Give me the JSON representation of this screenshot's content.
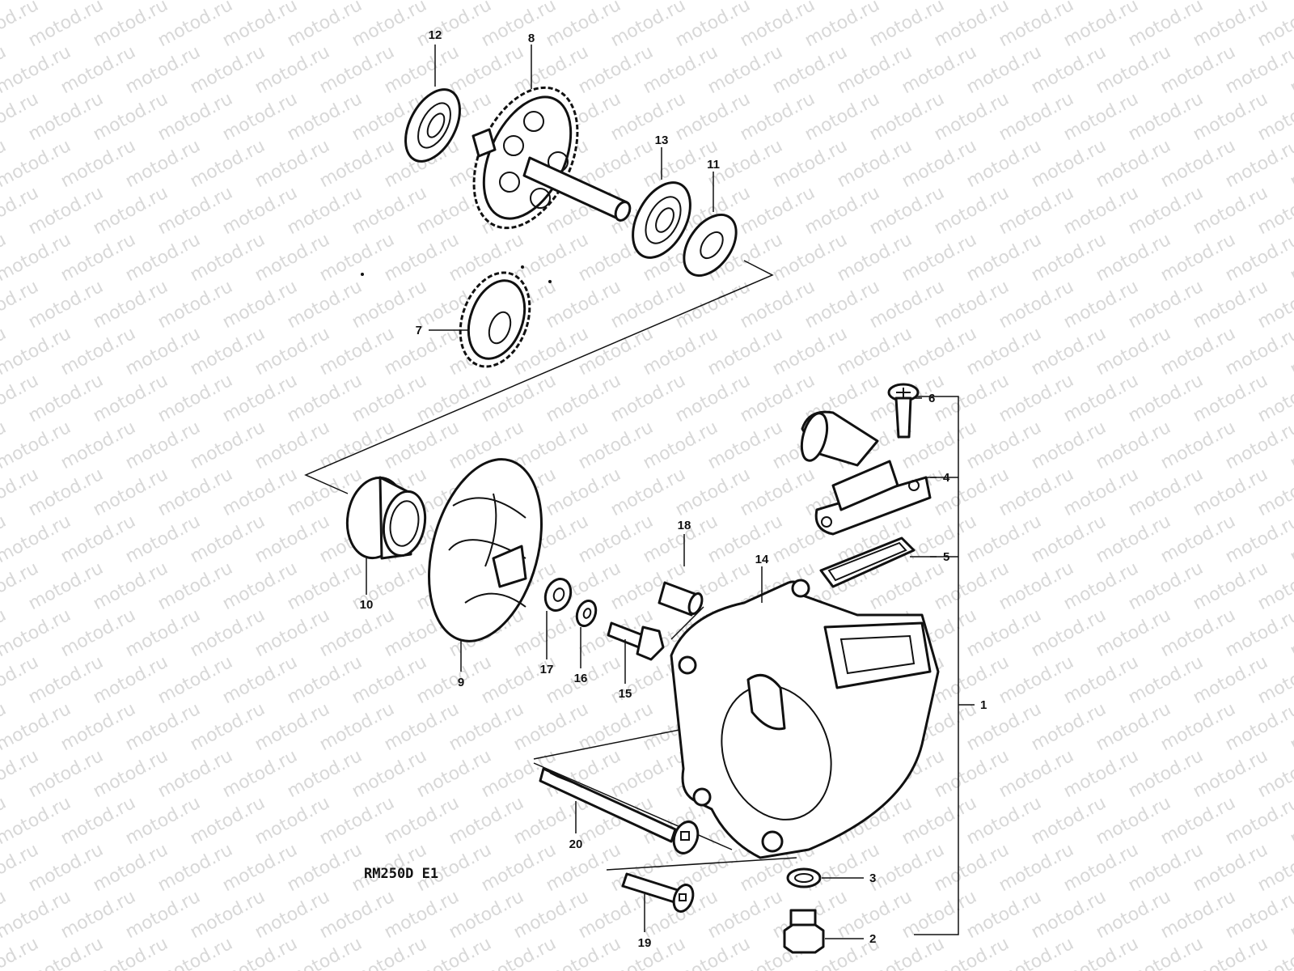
{
  "watermark": "motod.ru",
  "model_code": "RM250D E1",
  "callouts": {
    "1": "1",
    "2": "2",
    "3": "3",
    "4": "4",
    "5": "5",
    "6": "6",
    "7": "7",
    "8": "8",
    "9": "9",
    "10": "10",
    "11": "11",
    "12": "12",
    "13": "13",
    "14": "14",
    "15": "15",
    "16": "16",
    "17": "17",
    "18": "18",
    "19": "19",
    "20": "20"
  }
}
